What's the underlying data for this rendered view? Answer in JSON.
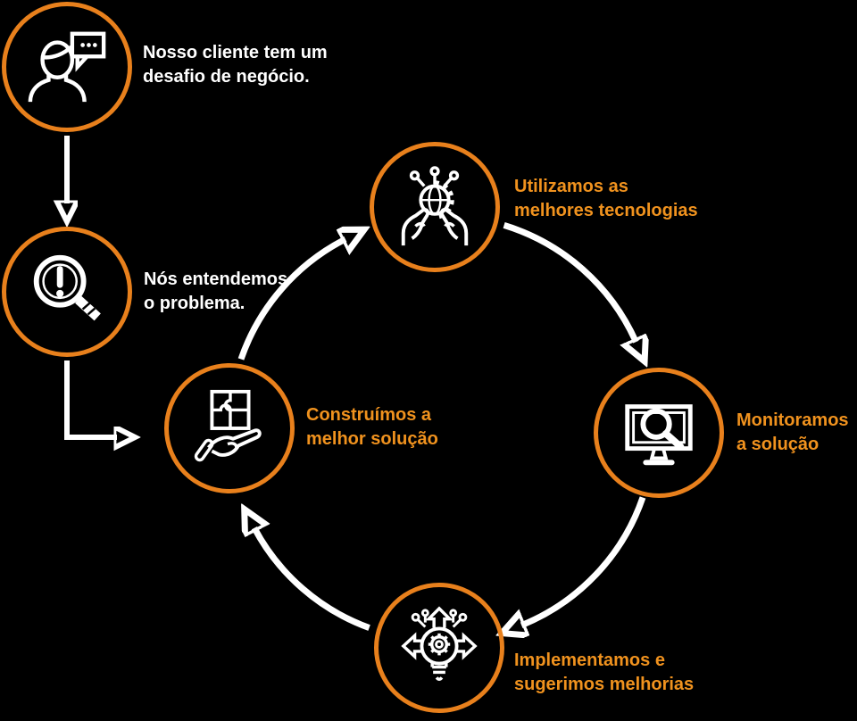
{
  "colors": {
    "background": "#000000",
    "ring_orange": "#E8801C",
    "label_orange": "#F0921E",
    "line_white": "#FFFFFF"
  },
  "steps": {
    "client": {
      "line1": "Nosso cliente tem um",
      "line2": "desafio de negócio.",
      "icon": "person-speech-bubble-icon"
    },
    "understand": {
      "line1": "Nós entendemos",
      "line2": "o problema.",
      "icon": "magnifier-alert-icon"
    },
    "build": {
      "line1": "Construímos a",
      "line2": "melhor solução",
      "icon": "hand-puzzle-icon"
    },
    "technologies": {
      "line1": "Utilizamos as",
      "line2": "melhores tecnologias",
      "icon": "hands-globe-gear-icon"
    },
    "monitor": {
      "line1": "Monitoramos",
      "line2": "a solução",
      "icon": "monitor-magnifier-icon"
    },
    "improve": {
      "line1": "Implementamos e",
      "line2": "sugerimos melhorias",
      "icon": "lightbulb-gear-icon"
    }
  }
}
